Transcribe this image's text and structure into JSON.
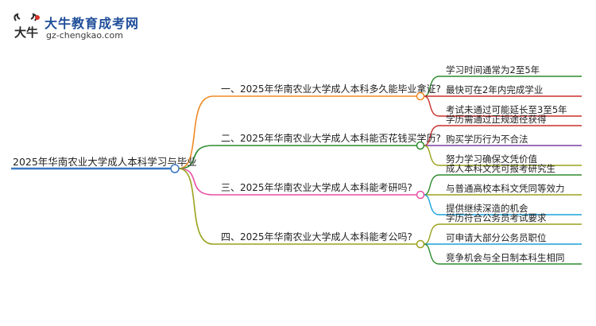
{
  "logo": {
    "title": "大牛教育成考网",
    "url": "gz-chengkao.com",
    "mark_text": "大牛",
    "colors": {
      "title": "#1f4e9a",
      "mark": "#2a2a2a",
      "accent": "#d9342b"
    }
  },
  "mindmap": {
    "root": {
      "label": "2025年华南农业大学成人本科学习与毕业",
      "color": "#3a78c2"
    },
    "branches": [
      {
        "label": "一、2025年华南农业大学成人本科多久能毕业拿证?",
        "color": "#f08a24",
        "children": [
          "学习时间通常为2至5年",
          "最快可在2年内完成学业",
          "考试未通过可能延长至3至5年"
        ]
      },
      {
        "label": "二、2025年华南农业大学成人本科能否花钱买学历?",
        "color": "#2e8b2e",
        "children": [
          "学历需通过正规途径获得",
          "购买学历行为不合法",
          "努力学习确保文凭价值"
        ]
      },
      {
        "label": "三、2025年华南农业大学成人本科能考研吗?",
        "color": "#e84fa6",
        "children": [
          "成人本科文凭可报考研究生",
          "与普通高校本科文凭同等效力",
          "提供继续深造的机会"
        ]
      },
      {
        "label": "四、2025年华南农业大学成人本科能考公吗?",
        "color": "#9aa21c",
        "children": [
          "学历符合公务员考试要求",
          "可申请大部分公务员职位",
          "竞争机会与全日制本科生相同"
        ]
      }
    ],
    "child_colors": [
      [
        "#2e8b2e",
        "#c9302c",
        "#c9302c"
      ],
      [
        "#c9302c",
        "#7b3fa0",
        "#9aa21c"
      ],
      [
        "#2e8b2e",
        "#9aa21c",
        "#1aa3d9"
      ],
      [
        "#9aa21c",
        "#1aa3d9",
        "#2e8b2e"
      ]
    ]
  }
}
